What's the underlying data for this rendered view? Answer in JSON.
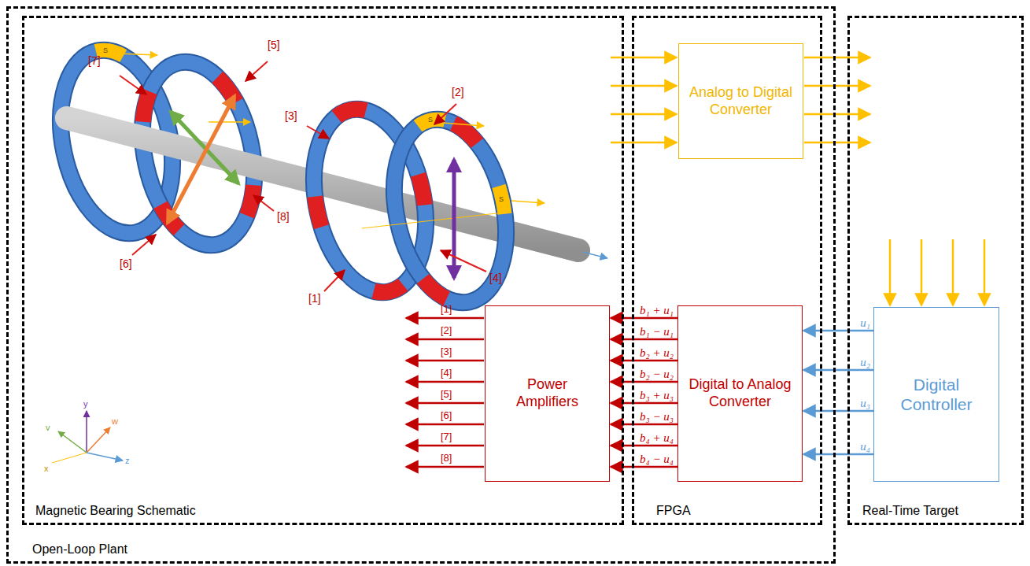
{
  "diagram": {
    "nodes": [
      {
        "text": [
          "Open-Loop Plant"
        ]
      },
      {
        "text": [
          "Magnetic Bearing Schematic"
        ],
        "in": 0
      },
      {
        "text": [
          "FPGA"
        ],
        "in": 0
      },
      {
        "text": [
          "Real-Time Target"
        ]
      },
      {
        "text": [
          "Analog to Digital Converter"
        ],
        "in": 2
      },
      {
        "text": [
          "Power Amplifiers"
        ],
        "in": 1
      },
      {
        "text": [
          "Digital to Analog Converter"
        ],
        "in": 2
      },
      {
        "text": [
          "Digital Controller"
        ],
        "in": 3
      }
    ],
    "edges": [
      {
        "from": 7,
        "to": 6,
        "arrow": "to",
        "label": "u₁"
      },
      {
        "from": 7,
        "to": 6,
        "arrow": "to",
        "label": "u₂"
      },
      {
        "from": 7,
        "to": 6,
        "arrow": "to",
        "label": "u₃"
      },
      {
        "from": 7,
        "to": 6,
        "arrow": "to",
        "label": "u₄"
      },
      {
        "from": 6,
        "to": 5,
        "arrow": "to",
        "label": "b₁ + u₁"
      },
      {
        "from": 6,
        "to": 5,
        "arrow": "to",
        "label": "b₁ − u₁"
      },
      {
        "from": 6,
        "to": 5,
        "arrow": "to",
        "label": "b₂ + u₂"
      },
      {
        "from": 6,
        "to": 5,
        "arrow": "to",
        "label": "b₂ − u₂"
      },
      {
        "from": 6,
        "to": 5,
        "arrow": "to",
        "label": "b₃ + u₃"
      },
      {
        "from": 6,
        "to": 5,
        "arrow": "to",
        "label": "b₃ − u₃"
      },
      {
        "from": 6,
        "to": 5,
        "arrow": "to",
        "label": "b₄ + u₄"
      },
      {
        "from": 6,
        "to": 5,
        "arrow": "to",
        "label": "b₄ − u₄"
      }
    ],
    "labels": [
      "[7]",
      "[5]",
      "[3]",
      "[2]",
      "[8]",
      "[6]",
      "[1]",
      "[4]",
      "[1]",
      "[2]",
      "[3]",
      "[4]",
      "[5]",
      "[6]",
      "[7]",
      "[8]",
      "S",
      "S",
      "S",
      "y",
      "w",
      "v",
      "x",
      "z"
    ]
  }
}
